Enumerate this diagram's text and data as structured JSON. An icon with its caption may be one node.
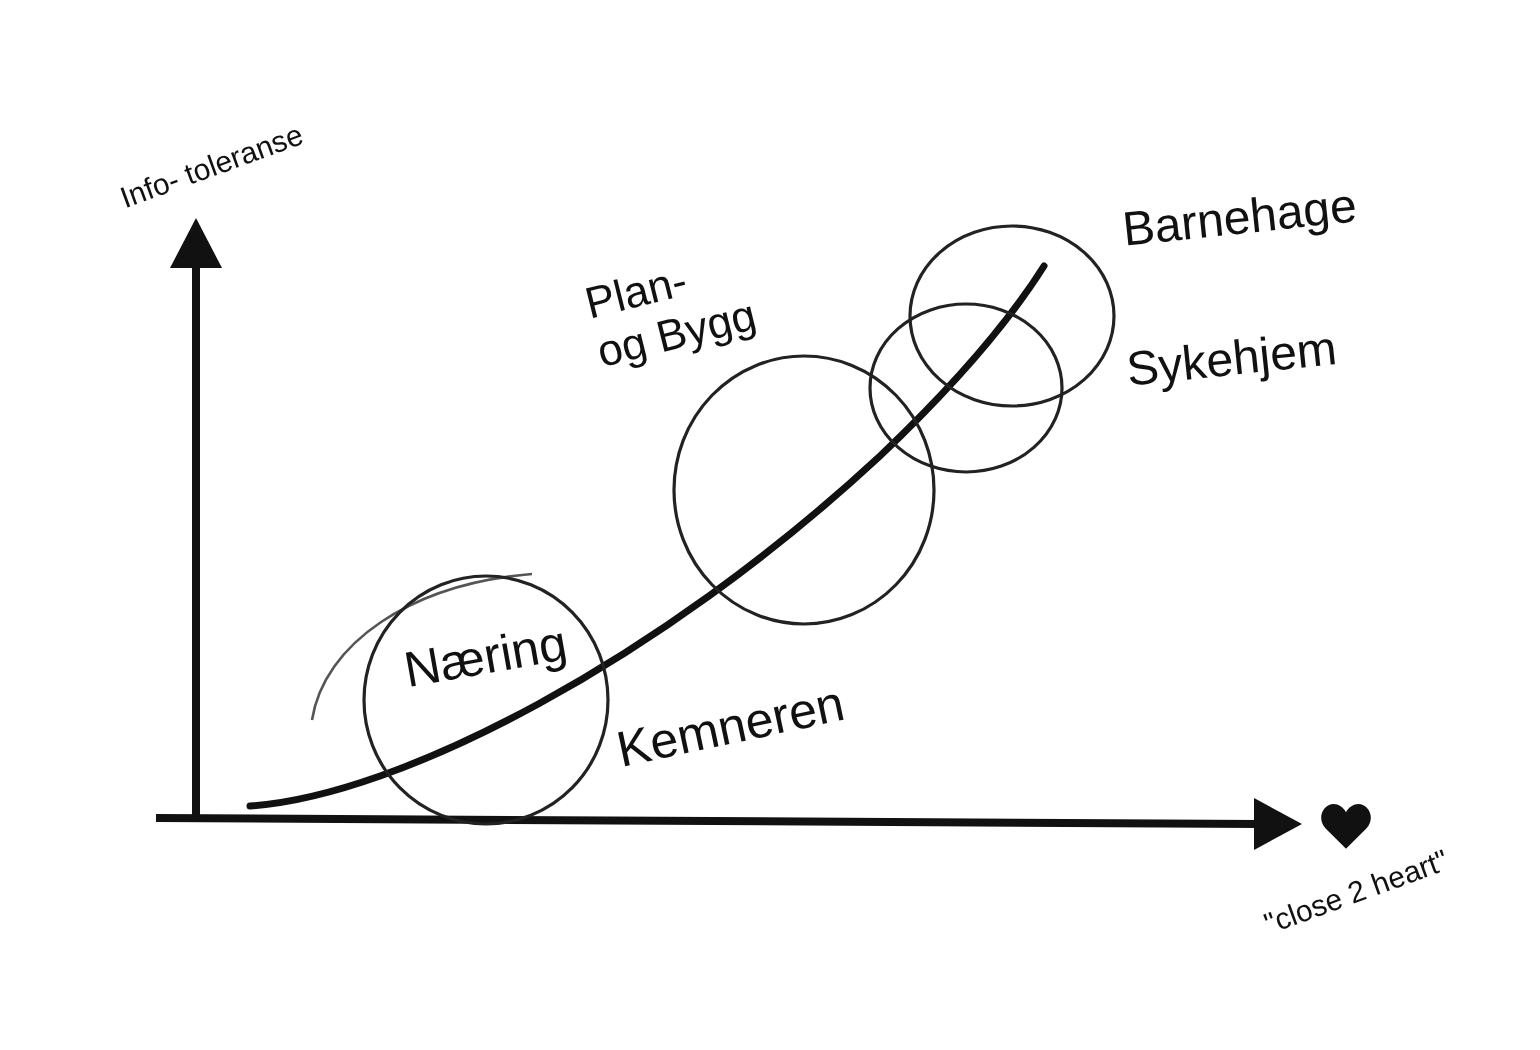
{
  "diagram": {
    "nodes": [
      {
        "text": [
          "Næring",
          "Kemneren"
        ]
      },
      {
        "text": [
          "Plan- og Bygg"
        ]
      },
      {
        "text": [
          "Sykehjem"
        ]
      },
      {
        "text": [
          "Barnehage"
        ]
      }
    ],
    "labels": [
      "Info- toleranse",
      "\"close 2 heart\""
    ]
  }
}
